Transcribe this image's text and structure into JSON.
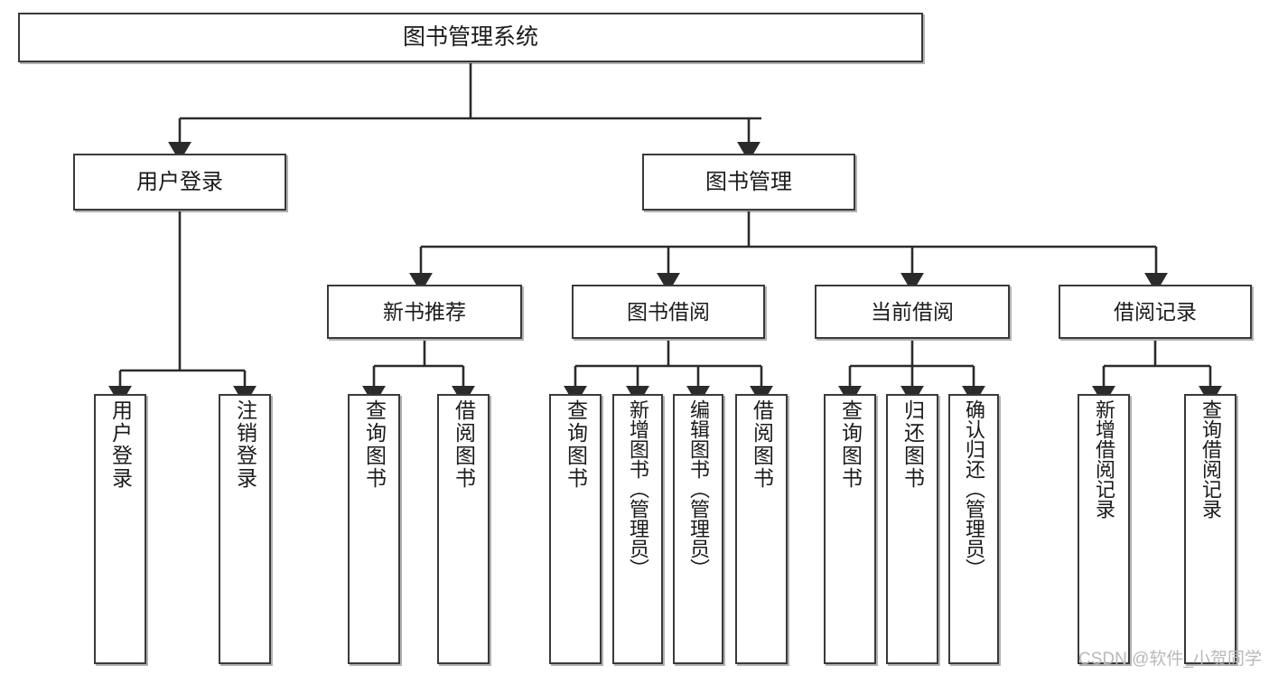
{
  "diagram": {
    "type": "tree-hierarchy",
    "title": "图书管理系统",
    "watermark": "CSDN @软件_小贺同学",
    "colors": {
      "box_border": "#3a3a3a",
      "box_fill": "#ffffff",
      "edge": "#2b2b2b",
      "text": "#1b1b1b",
      "watermark": "#b9b9b9"
    },
    "nodes": {
      "root": {
        "label": "图书管理系统"
      },
      "level2": [
        {
          "label": "用户登录"
        },
        {
          "label": "图书管理"
        }
      ],
      "level3": [
        {
          "label": "新书推荐"
        },
        {
          "label": "图书借阅"
        },
        {
          "label": "当前借阅"
        },
        {
          "label": "借阅记录"
        }
      ],
      "leaves": [
        {
          "label": "用户登录",
          "parent": "用户登录"
        },
        {
          "label": "注销登录",
          "parent": "用户登录"
        },
        {
          "label": "查询图书",
          "parent": "新书推荐"
        },
        {
          "label": "借阅图书",
          "parent": "新书推荐"
        },
        {
          "label": "查询图书",
          "parent": "图书借阅"
        },
        {
          "label": "新增图书（管理员）",
          "parent": "图书借阅"
        },
        {
          "label": "编辑图书（管理员）",
          "parent": "图书借阅"
        },
        {
          "label": "借阅图书",
          "parent": "图书借阅"
        },
        {
          "label": "查询图书",
          "parent": "当前借阅"
        },
        {
          "label": "归还图书",
          "parent": "当前借阅"
        },
        {
          "label": "确认归还（管理员）",
          "parent": "当前借阅"
        },
        {
          "label": "新增借阅记录",
          "parent": "借阅记录"
        },
        {
          "label": "查询借阅记录",
          "parent": "借阅记录"
        }
      ]
    }
  }
}
